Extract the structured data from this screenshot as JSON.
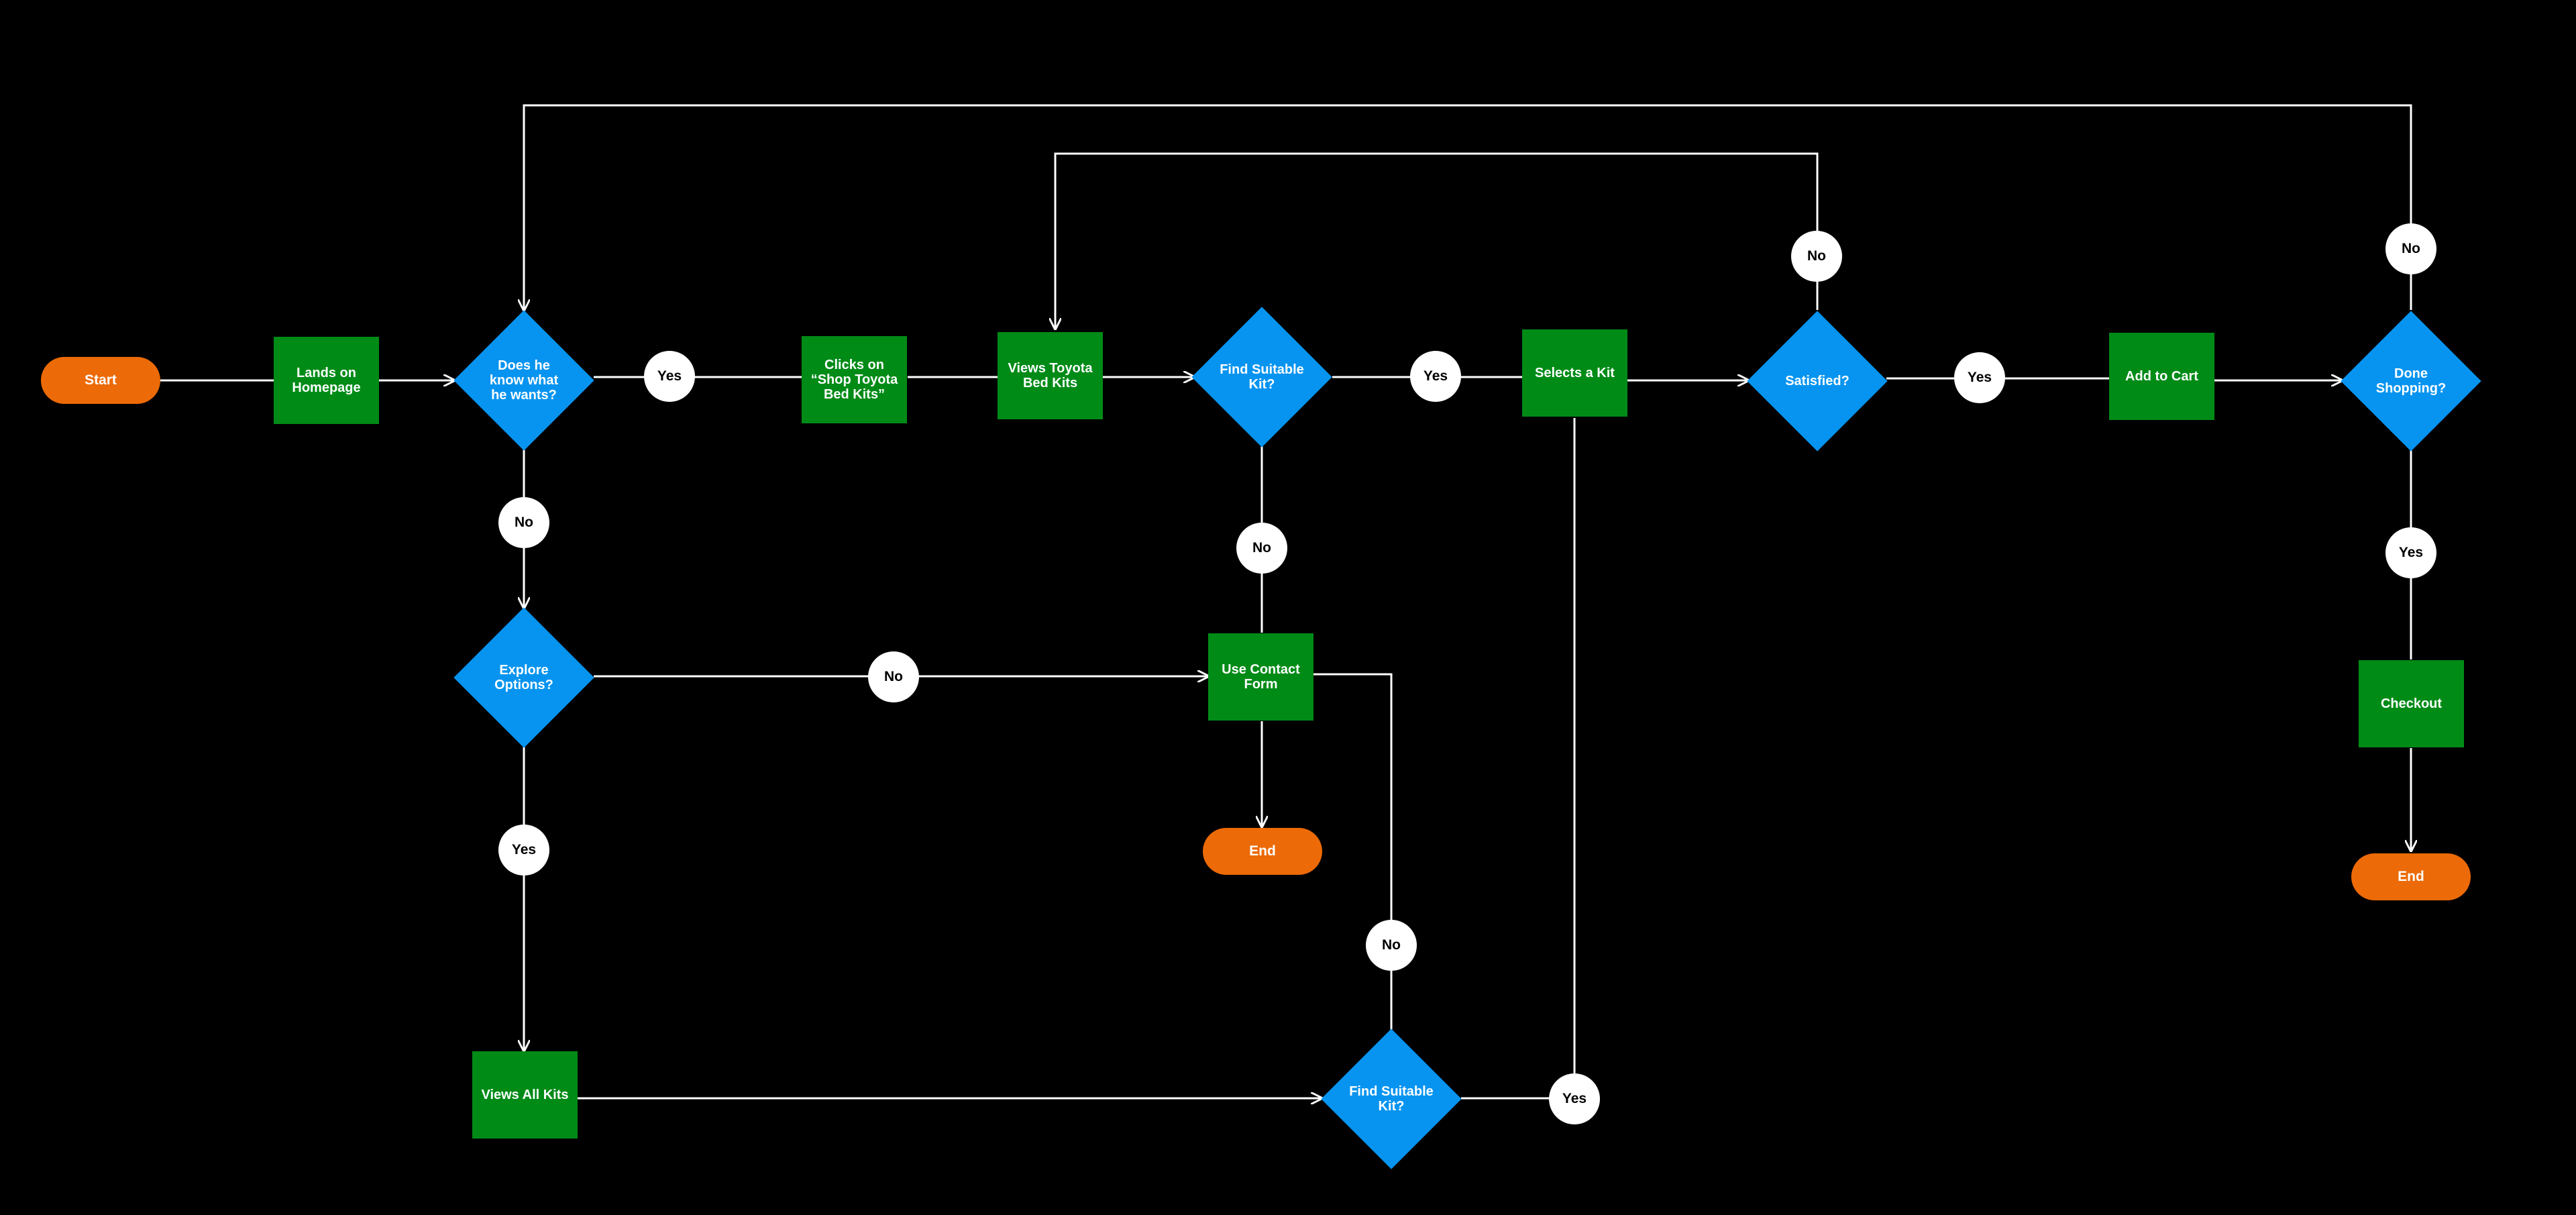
{
  "colors": {
    "background": "#000000",
    "terminal": "#EC6A07",
    "process": "#008B17",
    "decision": "#0794F0",
    "badge": "#FFFFFF",
    "connector": "#FFFFFF"
  },
  "nodes": {
    "start": "Start",
    "lands_on_homepage": "Lands on Homepage",
    "knows_what_he_wants": "Does he know what he wants?",
    "clicks_shop_toyota": "Clicks on “Shop Toyota Bed Kits”",
    "views_toyota_bed_kits": "Views Toyota Bed Kits",
    "find_suitable_kit_1": "Find Suitable Kit?",
    "selects_a_kit": "Selects a Kit",
    "satisfied": "Satisfied?",
    "add_to_cart": "Add to Cart",
    "done_shopping": "Done Shopping?",
    "checkout": "Checkout",
    "end_checkout": "End",
    "explore_options": "Explore Options?",
    "use_contact_form": "Use Contact Form",
    "end_contact": "End",
    "views_all_kits": "Views All Kits",
    "find_suitable_kit_2": "Find Suitable Kit?"
  },
  "badges": {
    "yes_knows": "Yes",
    "no_knows": "No",
    "yes_find_1": "Yes",
    "no_find_1": "No",
    "yes_satisfied": "Yes",
    "no_satisfied": "No",
    "yes_done": "Yes",
    "no_done": "No",
    "yes_explore": "Yes",
    "no_explore": "No",
    "yes_find_2": "Yes",
    "no_find_2": "No"
  }
}
